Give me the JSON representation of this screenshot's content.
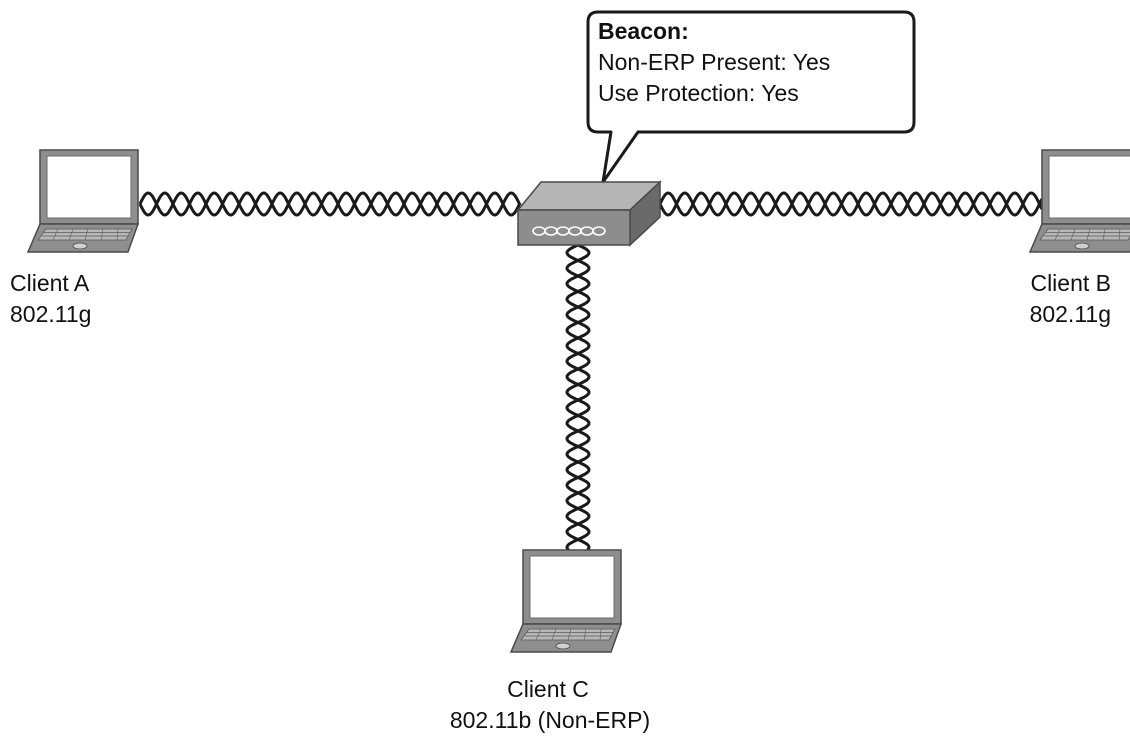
{
  "callout": {
    "title": "Beacon:",
    "lines": [
      "Non-ERP Present: Yes",
      "Use Protection: Yes"
    ]
  },
  "clients": [
    {
      "name": "Client A",
      "standard": "802.11g"
    },
    {
      "name": "Client B",
      "standard": "802.11g"
    },
    {
      "name": "Client C",
      "standard": "802.11b (Non-ERP)"
    }
  ],
  "icons": {
    "access_point": "access-point-icon",
    "laptop": "laptop-icon",
    "wireless_link": "wireless-link-icon"
  },
  "colors": {
    "device_fill": "#8d8d8d",
    "device_dark": "#5f5f5f",
    "link_stroke": "#1a1a1a",
    "callout_border": "#1a1a1a"
  }
}
